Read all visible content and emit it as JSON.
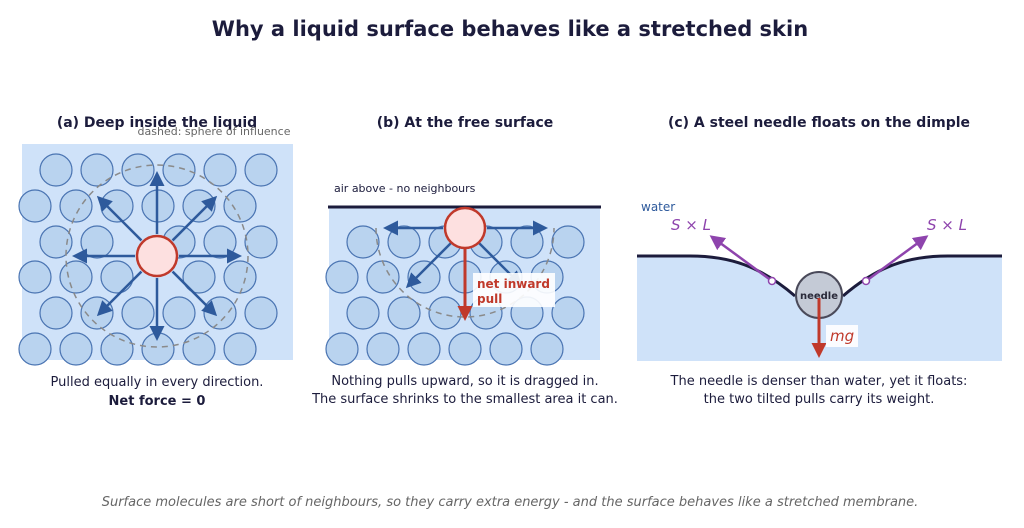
{
  "title": "Why a liquid surface behaves like a stretched skin",
  "panel_a": {
    "heading": "(a) Deep inside the liquid",
    "note": "dashed: sphere of influence",
    "caption_line1": "Pulled equally in every direction.",
    "caption_line2": "Net force = 0"
  },
  "panel_b": {
    "heading": "(b) At the free surface",
    "air_label": "air above - no neighbours",
    "arrow_label_line1": "net inward",
    "arrow_label_line2": "pull",
    "caption_line1": "Nothing pulls upward, so it is dragged in.",
    "caption_line2": "The surface shrinks to the smallest area it can."
  },
  "panel_c": {
    "heading": "(c) A steel needle floats on the dimple",
    "water_label": "water",
    "tension_left": "S × L",
    "tension_right": "S × L",
    "needle_label": "needle",
    "weight_label": "mg",
    "caption_line1": "The needle is denser than water, yet it floats:",
    "caption_line2": "the two tilted pulls carry its weight."
  },
  "footer": "Surface molecules are short of neighbours, so they carry extra energy - and the surface behaves like a stretched membrane.",
  "colors": {
    "water": "#cfe2f9",
    "molecule_fill": "#b9d3ef",
    "molecule_stroke": "#4a74b2",
    "force_arrow": "#2e5a9c",
    "highlight_fill": "#fde0e0",
    "highlight_stroke": "#c0392b",
    "net_force": "#c0392b",
    "tension": "#8e44ad",
    "surface_line": "#1c1c3c",
    "needle_fill": "#c4cad6",
    "text_dark": "#1c1c3c",
    "text_muted": "#666666"
  }
}
